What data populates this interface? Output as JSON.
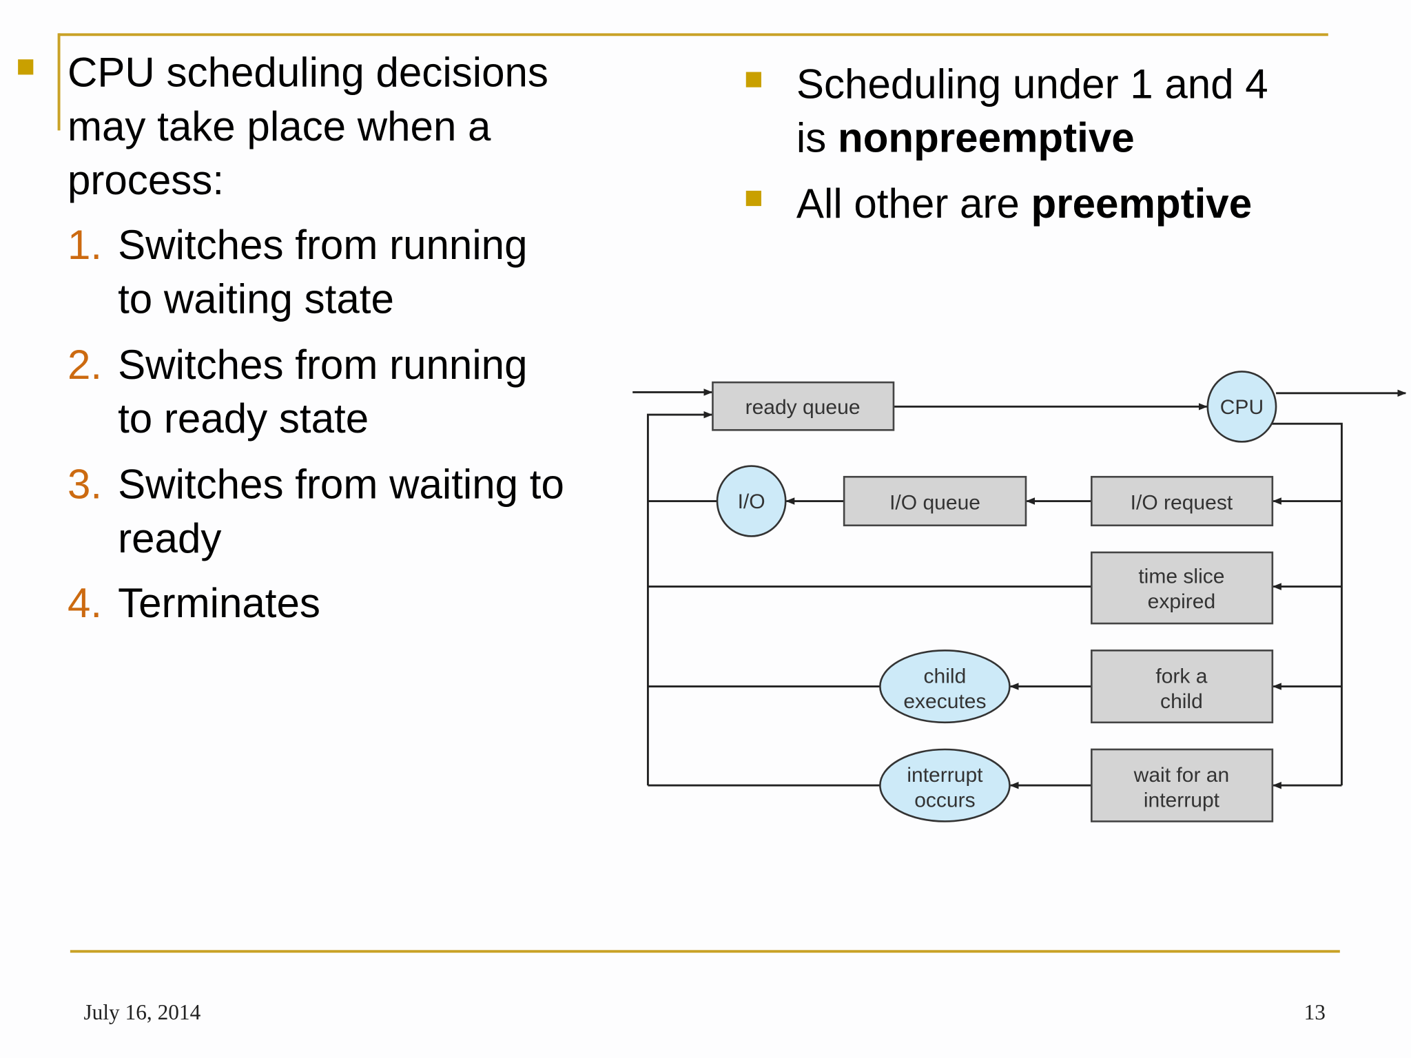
{
  "left": {
    "intro": [
      "CPU scheduling decisions",
      "may take place when a",
      "process:"
    ],
    "items": [
      {
        "num": "1.",
        "lines": [
          "Switches from running",
          "to waiting state"
        ]
      },
      {
        "num": "2.",
        "lines": [
          "Switches from running",
          "to ready state"
        ]
      },
      {
        "num": "3.",
        "lines": [
          "Switches from waiting to",
          "ready"
        ]
      },
      {
        "num": "4.",
        "lines": [
          "Terminates"
        ]
      }
    ]
  },
  "right": {
    "b1_line1": "Scheduling under 1 and 4",
    "b1_prefix": "is ",
    "b1_bold": "nonpreemptive",
    "b2_prefix": "All other are ",
    "b2_bold": "preemptive"
  },
  "diagram": {
    "ready_queue": "ready queue",
    "cpu": "CPU",
    "io": "I/O",
    "io_queue": "I/O queue",
    "io_request": "I/O request",
    "time_slice": [
      "time slice",
      "expired"
    ],
    "fork": [
      "fork a",
      "child"
    ],
    "child_exec": [
      "child",
      "executes"
    ],
    "wait": [
      "wait for an",
      "interrupt"
    ],
    "interrupt": [
      "interrupt",
      "occurs"
    ]
  },
  "footer": {
    "date": "July 16, 2014",
    "page": "13"
  },
  "colors": {
    "accent": "#c9a227",
    "number": "#cc6a10",
    "queue_box": "#d4d4d4",
    "device": "#cdeaf8"
  }
}
